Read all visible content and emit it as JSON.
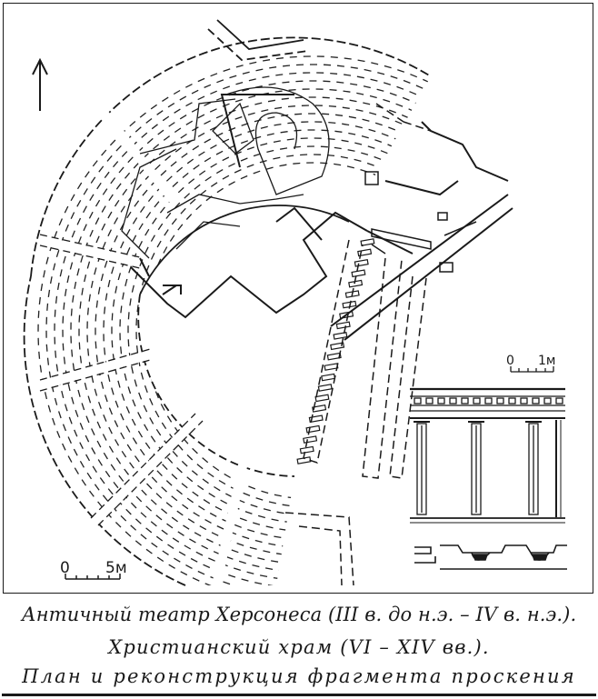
{
  "plan": {
    "north_arrow": "north-arrow",
    "scale_main": {
      "zero": "0",
      "value": "5м"
    },
    "scale_inset": {
      "zero": "0",
      "value": "1м"
    }
  },
  "caption": {
    "line1": "Античный театр Херсонеса (III в. до н.э. – IV в. н.э.).",
    "line2": "Христианский храм (VI – XIV вв.).",
    "line3": "План и реконструкция фрагмента проскения"
  }
}
